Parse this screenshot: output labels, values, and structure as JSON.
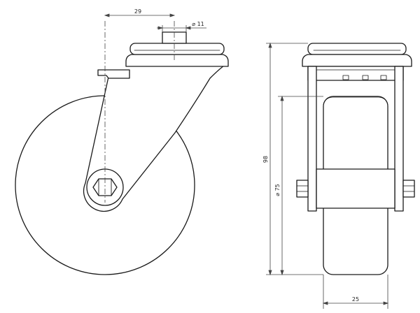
{
  "drawing": {
    "side_view": {
      "offset_dim": "29",
      "bolt_dim": "⌀ 11"
    },
    "front_view": {
      "height_dim": "98",
      "wheel_dim": "⌀ 75",
      "width_dim": "25"
    }
  },
  "colors": {
    "line": "#1a1a1a",
    "dim_line": "#444444",
    "background": "#ffffff"
  }
}
